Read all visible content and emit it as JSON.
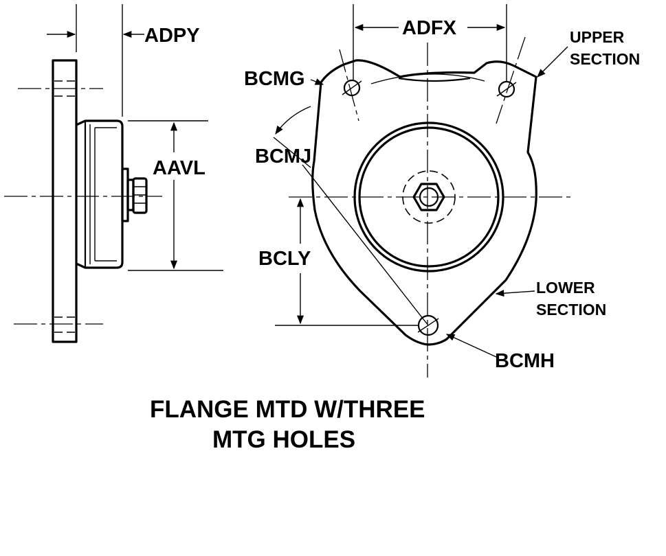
{
  "labels": {
    "adpy": "ADPY",
    "adfx": "ADFX",
    "aavl": "AAVL",
    "bcmg": "BCMG",
    "bcmj": "BCMJ",
    "bcly": "BCLY",
    "bcmh": "BCMH",
    "upper_line1": "UPPER",
    "upper_line2": "SECTION",
    "lower_line1": "LOWER",
    "lower_line2": "SECTION"
  },
  "caption": {
    "line1": "FLANGE MTD W/THREE",
    "line2": "MTG HOLES"
  }
}
